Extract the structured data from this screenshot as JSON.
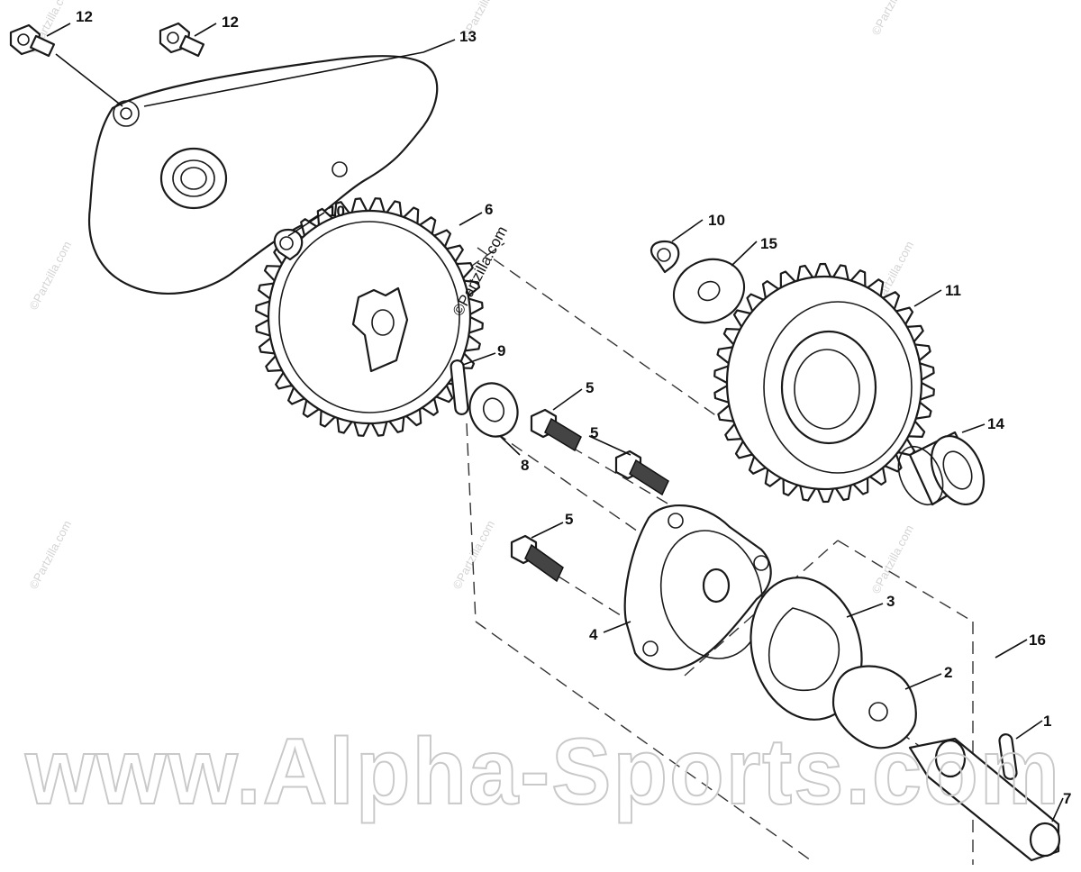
{
  "callouts": {
    "c1": "1",
    "c2": "2",
    "c3": "3",
    "c4": "4",
    "c5a": "5",
    "c5b": "5",
    "c5c": "5",
    "c6": "6",
    "c7": "7",
    "c8": "8",
    "c9": "9",
    "c10a": "10",
    "c10b": "10",
    "c11": "11",
    "c12a": "12",
    "c12b": "12",
    "c13": "13",
    "c14": "14",
    "c15": "15",
    "c16": "16"
  },
  "watermarks": {
    "small": "©Partzilla.com",
    "brand": "©Partzilla.com",
    "site": "www.Alpha-Sports.com"
  },
  "colors": {
    "line": "#1a1a1a",
    "watermark": "#c9c9c9",
    "background": "#ffffff"
  }
}
